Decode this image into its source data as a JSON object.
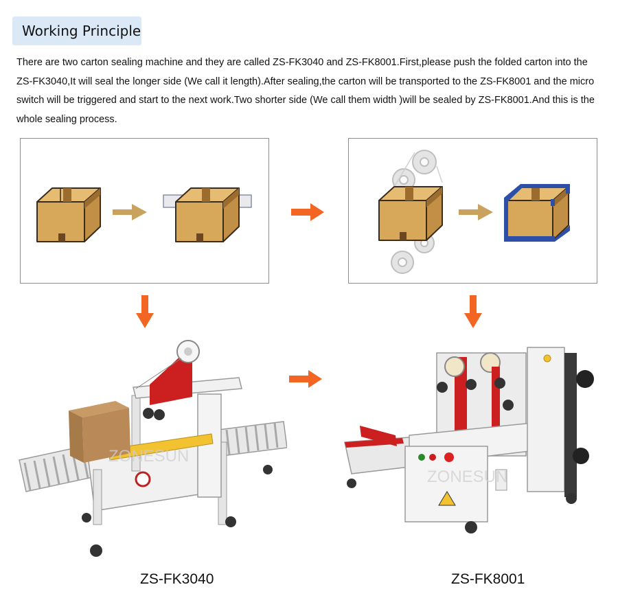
{
  "header": {
    "title": "Working Principle"
  },
  "intro": {
    "text": "There are two carton sealing machine and they are called ZS-FK3040 and ZS-FK8001.First,please push the folded carton into the ZS-FK3040,It will seal the longer side (We call it length).After sealing,the carton will be transported to the ZS-FK8001 and the micro switch will be triggered and start to the next work.Two shorter side (We call them width )will be sealed by ZS-FK8001.And this is the whole sealing process."
  },
  "watermark": "ZONESUN",
  "machines": [
    {
      "caption": "ZS-FK3040"
    },
    {
      "caption": "ZS-FK8001"
    }
  ],
  "colors": {
    "title_bg": "#dbe9f7",
    "arrow_orange": "#f26522",
    "box_face": "#d8a85a",
    "box_outline": "#3a2a18",
    "tape_blue": "#2d4fa8",
    "machine_red": "#cc1f1f",
    "machine_yellow": "#f2c230",
    "machine_white": "#f1f1f1"
  }
}
